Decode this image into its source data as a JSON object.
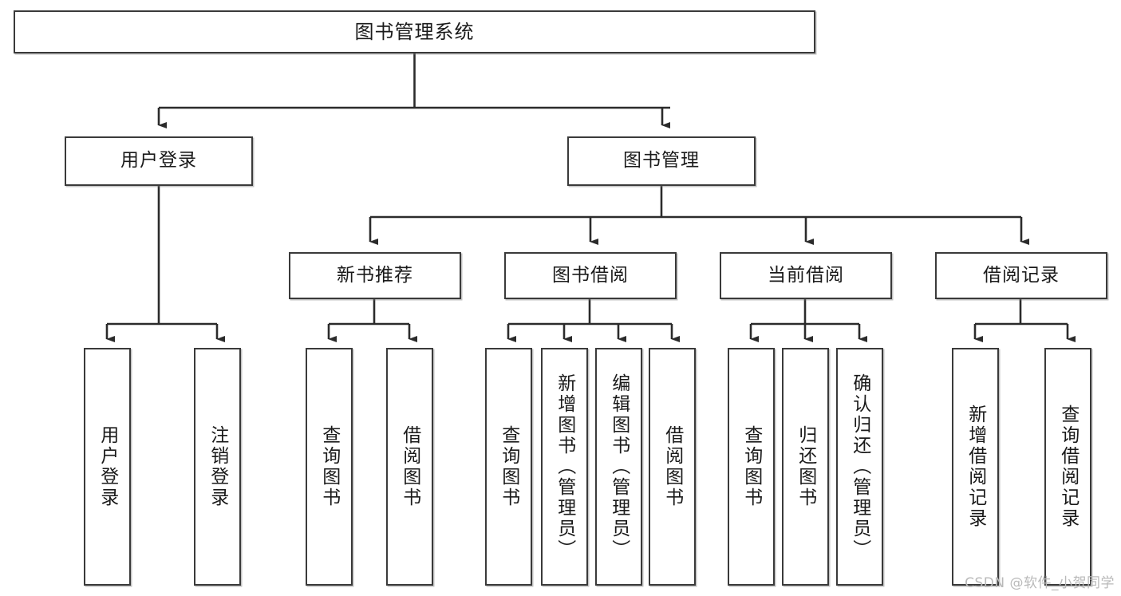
{
  "diagram": {
    "title": "图书管理系统",
    "watermark": "CSDN @软件_小贺同学",
    "colors": {
      "border": "#3a3a3a",
      "background": "#ffffff",
      "text": "#1a1a1a",
      "edge": "#2b2b2b",
      "watermark": "#b9b9b9"
    },
    "levels": {
      "root": {
        "label": "图书管理系统"
      },
      "level2": [
        {
          "label": "用户登录"
        },
        {
          "label": "图书管理"
        }
      ],
      "level3": [
        {
          "label": "新书推荐"
        },
        {
          "label": "图书借阅"
        },
        {
          "label": "当前借阅"
        },
        {
          "label": "借阅记录"
        }
      ],
      "leaves": [
        {
          "label": "用户登录"
        },
        {
          "label": "注销登录"
        },
        {
          "label": "查询图书"
        },
        {
          "label": "借阅图书"
        },
        {
          "label": "查询图书"
        },
        {
          "label": "新增图书（管理员）"
        },
        {
          "label": "编辑图书（管理员）"
        },
        {
          "label": "借阅图书"
        },
        {
          "label": "查询图书"
        },
        {
          "label": "归还图书"
        },
        {
          "label": "确认归还（管理员）"
        },
        {
          "label": "新增借阅记录"
        },
        {
          "label": "查询借阅记录"
        }
      ]
    },
    "tree": {
      "name": "图书管理系统",
      "children": [
        {
          "name": "用户登录",
          "children": [
            {
              "name": "用户登录"
            },
            {
              "name": "注销登录"
            }
          ]
        },
        {
          "name": "图书管理",
          "children": [
            {
              "name": "新书推荐",
              "children": [
                {
                  "name": "查询图书"
                },
                {
                  "name": "借阅图书"
                }
              ]
            },
            {
              "name": "图书借阅",
              "children": [
                {
                  "name": "查询图书"
                },
                {
                  "name": "新增图书（管理员）"
                },
                {
                  "name": "编辑图书（管理员）"
                },
                {
                  "name": "借阅图书"
                }
              ]
            },
            {
              "name": "当前借阅",
              "children": [
                {
                  "name": "查询图书"
                },
                {
                  "name": "归还图书"
                },
                {
                  "name": "确认归还（管理员）"
                }
              ]
            },
            {
              "name": "借阅记录",
              "children": [
                {
                  "name": "新增借阅记录"
                },
                {
                  "name": "查询借阅记录"
                }
              ]
            }
          ]
        }
      ]
    }
  }
}
